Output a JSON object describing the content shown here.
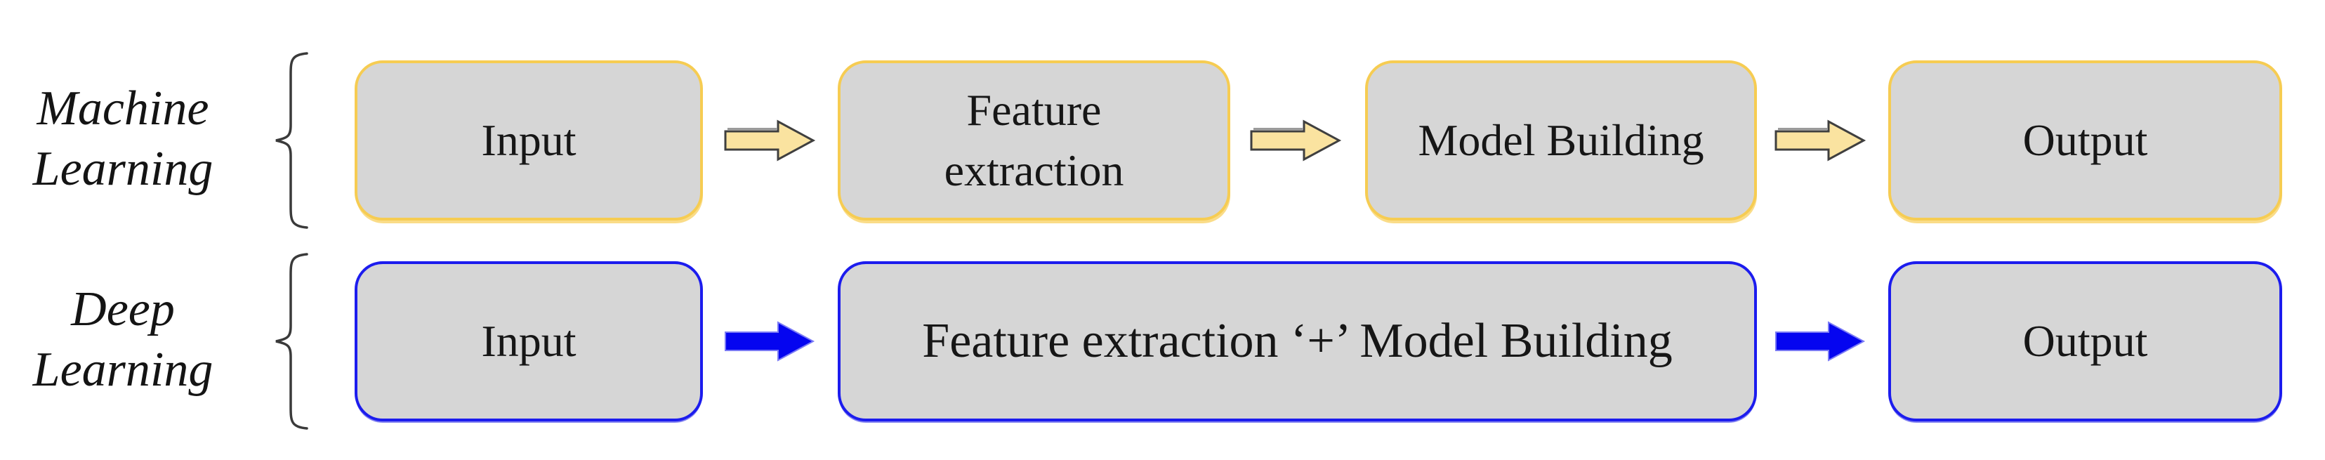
{
  "diagram": {
    "machine_learning": {
      "label": [
        "Machine",
        "Learning"
      ],
      "boxes": [
        {
          "text": "Input"
        },
        {
          "text": "Feature extraction"
        },
        {
          "text": "Model Building"
        },
        {
          "text": "Output"
        }
      ]
    },
    "deep_learning": {
      "label": [
        "Deep",
        "Learning"
      ],
      "boxes": [
        {
          "text": "Input"
        },
        {
          "text": "Feature extraction ‘+’ Model Building"
        },
        {
          "text": "Output"
        }
      ]
    },
    "icons": {
      "ml_arrows": "right-block-arrow",
      "dl_arrows": "right-block-arrow",
      "braces": "left-curly-brace"
    },
    "colors": {
      "box_fill": "#d6d6d6",
      "ml_border": "#f6cc52",
      "ml_arrow_fill": "#fae3a0",
      "ml_arrow_outline": "#3f3f3f",
      "dl_border": "#1c1cee",
      "dl_arrow_fill": "#0505f0"
    }
  }
}
